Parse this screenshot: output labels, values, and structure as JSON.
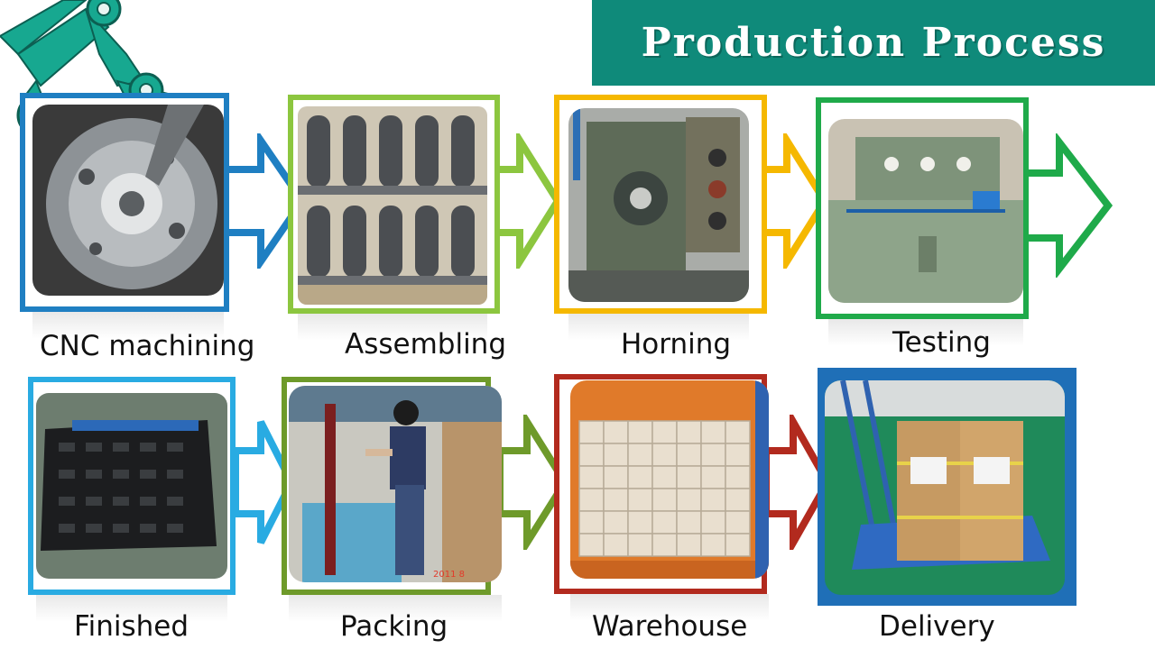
{
  "banner": {
    "title": "Production Process"
  },
  "colors": {
    "banner": "#0f8a7a",
    "cnc": "#1f7fc2",
    "assembling": "#8cc63f",
    "horning": "#f5b800",
    "testing": "#1faa4a",
    "finished": "#29abe2",
    "packing": "#6e9a2a",
    "warehouse": "#b22a1e",
    "delivery": "#1f6fb7"
  },
  "steps": [
    {
      "label": "CNC machining",
      "photo": "cnc-lathe-chuck"
    },
    {
      "label": "Assembling",
      "photo": "valve-bodies-tray"
    },
    {
      "label": "Horning",
      "photo": "honing-machine"
    },
    {
      "label": "Testing",
      "photo": "hydraulic-test-bench"
    },
    {
      "label": "Finished",
      "photo": "finished-parts-rack"
    },
    {
      "label": "Packing",
      "photo": "worker-packing"
    },
    {
      "label": "Warehouse",
      "photo": "stacked-boxes-shelf"
    },
    {
      "label": "Delivery",
      "photo": "boxes-on-trolley"
    }
  ],
  "photo_text": {
    "packing_stamp": "2011  8"
  }
}
